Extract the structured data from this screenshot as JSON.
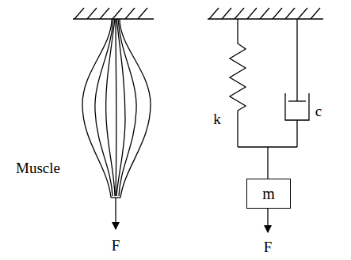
{
  "diagram": {
    "nodes": [
      {
        "text": [
          "m"
        ]
      }
    ],
    "labels": [
      "Muscle",
      "F",
      "k",
      "c",
      "F"
    ]
  }
}
